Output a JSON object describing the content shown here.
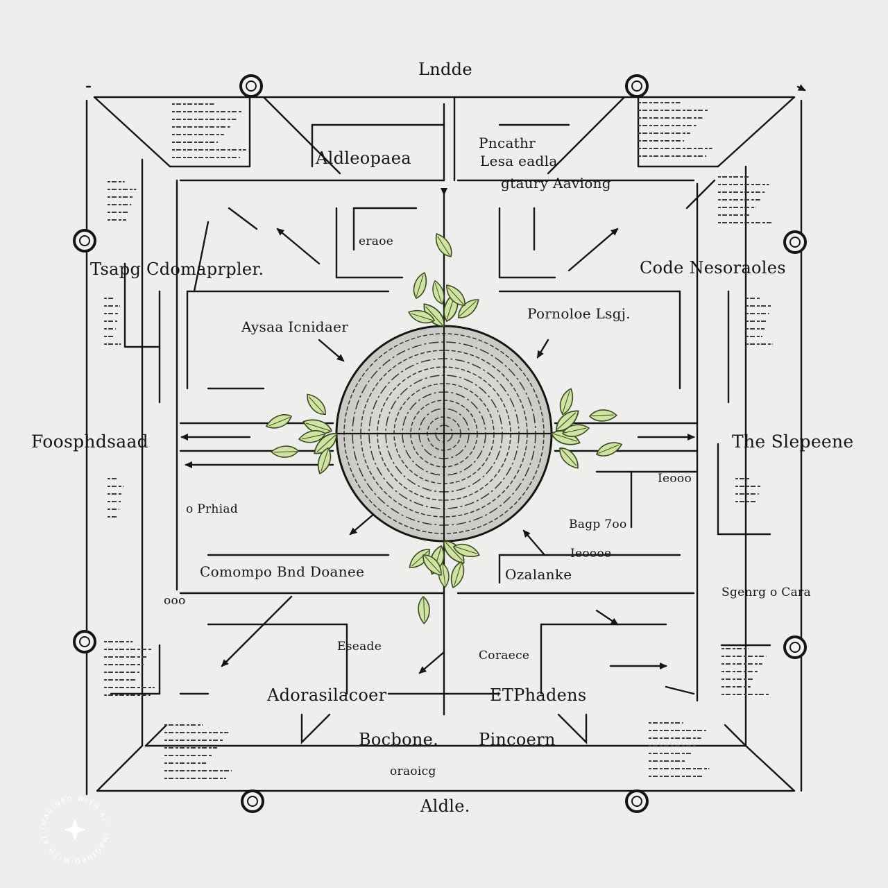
{
  "diagram": {
    "labels": {
      "top": "Lndde",
      "top_left_box": "Aldleopaea",
      "top_right_line1": "Pncathr",
      "top_right_line2": "Lesa eadla",
      "top_right_line3": "gtaury Aaviong",
      "left_upper_small": "eraoe",
      "left_middle": "Tsapg Cdomaprpler.",
      "right_middle": "Code Nesoraoles",
      "inner_upper_left": "Aysaa Icnidaer",
      "inner_upper_right": "Pornoloe Lsgj.",
      "left_side": "Foosphdsaad",
      "right_side": "The Slepeene",
      "inner_lower_left": "Comompo Bnd Doanee",
      "inner_lower_right": "Ozalanke",
      "right_lower_small1": "Ieooo",
      "right_lower_small2": "Bagp 7oo",
      "right_lower_small3": "Ieoooe",
      "right_lower_small4": "Sgenrg o Cara",
      "lower_center_left_small": "Eseade",
      "lower_center_right_small": "Coraece",
      "lower_left": "Adorasilacoer",
      "lower_right": "ETPhadens",
      "bottom_left": "Bocbone.",
      "bottom_right": "Pincoern",
      "bottom_small": "oraoicg",
      "bottom": "Aldle.",
      "left_small_lower": "o Prhiad",
      "left_small_lowest": "ooo"
    },
    "watermark": "IMAGINED WITH AI · IMAGINED WITH AI ·",
    "colors": {
      "background": "#eeeeec",
      "ink": "#151515",
      "leaf_fill": "#cfe3a3",
      "leaf_stroke": "#3b4a22",
      "disc": "#d4d4d0"
    }
  }
}
